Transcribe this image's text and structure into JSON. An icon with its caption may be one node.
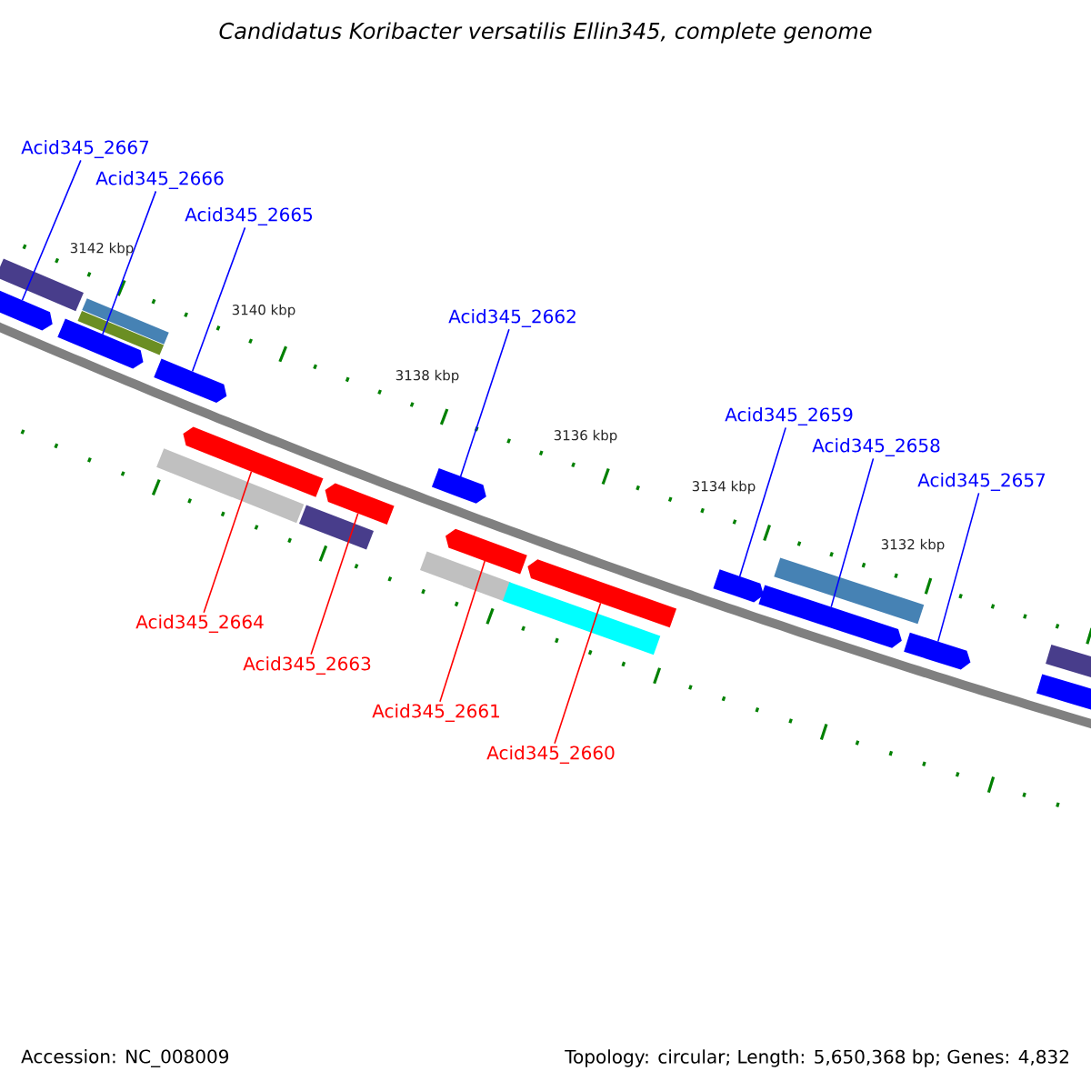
{
  "diagram": {
    "title": "Candidatus Koribacter versatilis Ellin345, complete genome",
    "nodes": [
      {
        "text": [
          "Acid345_2667"
        ]
      },
      {
        "text": [
          "Acid345_2666"
        ]
      },
      {
        "text": [
          "Acid345_2665"
        ]
      },
      {
        "text": [
          "Acid345_2662"
        ]
      },
      {
        "text": [
          "Acid345_2659"
        ]
      },
      {
        "text": [
          "Acid345_2658"
        ]
      },
      {
        "text": [
          "Acid345_2657"
        ]
      },
      {
        "text": [
          "Acid345_2664"
        ]
      },
      {
        "text": [
          "Acid345_2663"
        ]
      },
      {
        "text": [
          "Acid345_2661"
        ]
      },
      {
        "text": [
          "Acid345_2660"
        ]
      },
      {
        "text": [],
        "shape": "arrow"
      },
      {
        "text": [],
        "shape": "arrow"
      },
      {
        "text": [],
        "shape": "arrow"
      },
      {
        "text": [],
        "shape": "arrow"
      },
      {
        "text": [],
        "shape": "arrow"
      },
      {
        "text": [],
        "shape": "arrow"
      },
      {
        "text": [],
        "shape": "arrow"
      },
      {
        "text": [],
        "shape": "arrow"
      },
      {
        "text": [],
        "shape": "arrow"
      },
      {
        "text": [],
        "shape": "arrow"
      },
      {
        "text": [],
        "shape": "arrow"
      }
    ],
    "edges": [
      {
        "from": 0,
        "to": 11,
        "arrow": "none"
      },
      {
        "from": 1,
        "to": 12,
        "arrow": "none"
      },
      {
        "from": 2,
        "to": 13,
        "arrow": "none"
      },
      {
        "from": 3,
        "to": 16,
        "arrow": "none"
      },
      {
        "from": 4,
        "to": 19,
        "arrow": "none"
      },
      {
        "from": 5,
        "to": 20,
        "arrow": "none"
      },
      {
        "from": 6,
        "to": 21,
        "arrow": "none"
      },
      {
        "from": 7,
        "to": 14,
        "arrow": "none",
        "color": "#ff0000"
      },
      {
        "from": 8,
        "to": 15,
        "arrow": "none",
        "color": "#ff0000"
      },
      {
        "from": 9,
        "to": 17,
        "arrow": "none",
        "color": "#ff0000"
      },
      {
        "from": 10,
        "to": 18,
        "arrow": "none",
        "color": "#ff0000"
      }
    ],
    "labels": [
      "3142 kbp",
      "3140 kbp",
      "3138 kbp",
      "3136 kbp",
      "3134 kbp",
      "3132 kbp",
      "Accession: NC_008009",
      "Topology: circular; Length: 5,650,368 bp; Genes: 4,832"
    ]
  }
}
